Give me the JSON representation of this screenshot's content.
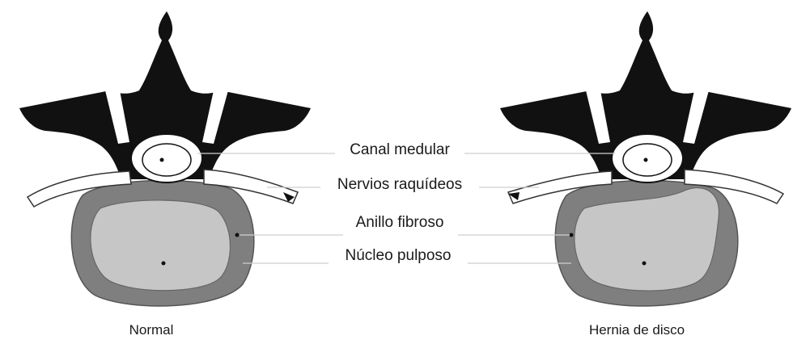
{
  "labels": {
    "canal_medular": "Canal medular",
    "nervios_raquideos": "Nervios raquídeos",
    "anillo_fibroso": "Anillo fibroso",
    "nucleo_pulposo": "Núcleo pulposo"
  },
  "captions": {
    "normal": "Normal",
    "hernia": "Hernia de disco"
  },
  "colors": {
    "bone": "#111111",
    "annulus": "#7f7f7f",
    "nucleus": "#c6c6c6",
    "pointer_line": "#cfcfcf",
    "nerve_fill": "#ffffff"
  }
}
